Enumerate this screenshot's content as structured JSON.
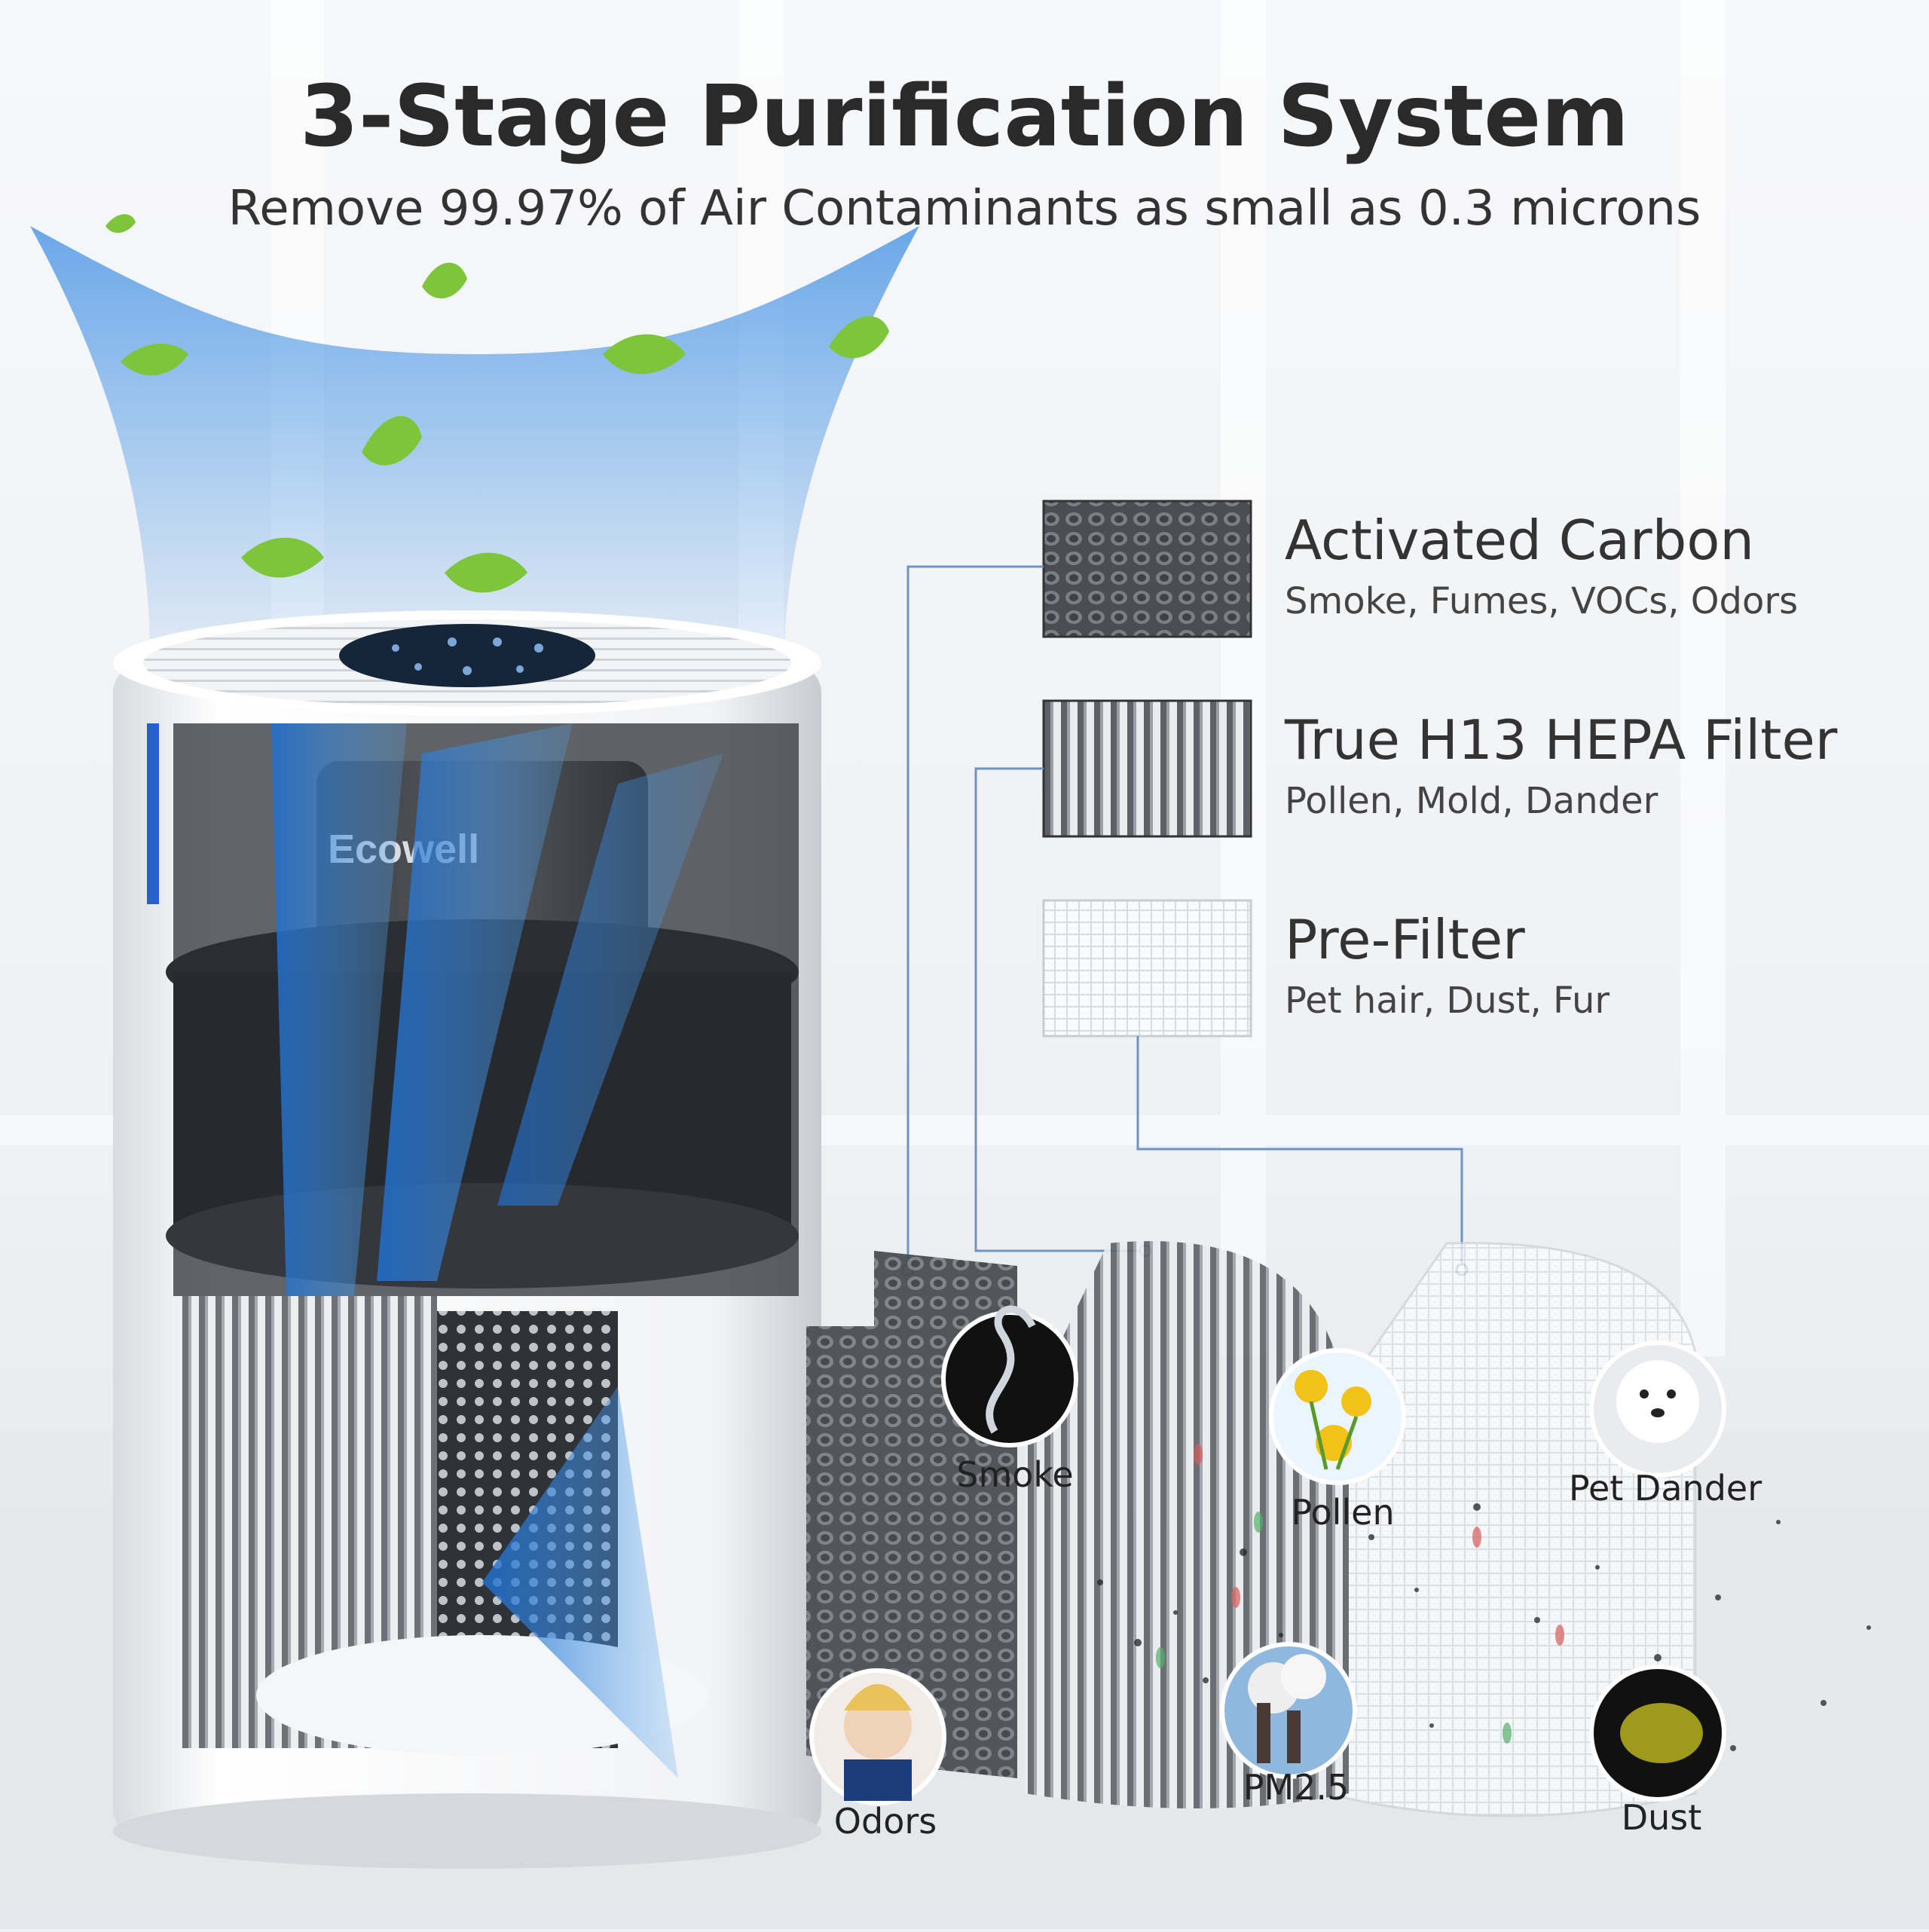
{
  "title": "3-Stage Purification System",
  "subtitle": "Remove 99.97% of Air Contaminants as small as 0.3 microns",
  "brand": "Ecowell",
  "filters": [
    {
      "name": "Activated Carbon",
      "desc": "Smoke, Fumes, VOCs, Odors"
    },
    {
      "name": "True H13 HEPA Filter",
      "desc": "Pollen, Mold, Dander"
    },
    {
      "name": "Pre-Filter",
      "desc": "Pet hair, Dust, Fur"
    }
  ],
  "contaminants": {
    "smoke": "Smoke",
    "odors": "Odors",
    "pollen": "Pollen",
    "pm25": "PM2.5",
    "pet_dander": "Pet Dander",
    "dust": "Dust"
  },
  "colors": {
    "airflow": "#3a8fe6",
    "leaf": "#7dc63c",
    "connector": "#6f93c8",
    "title": "#2a2a2a"
  }
}
